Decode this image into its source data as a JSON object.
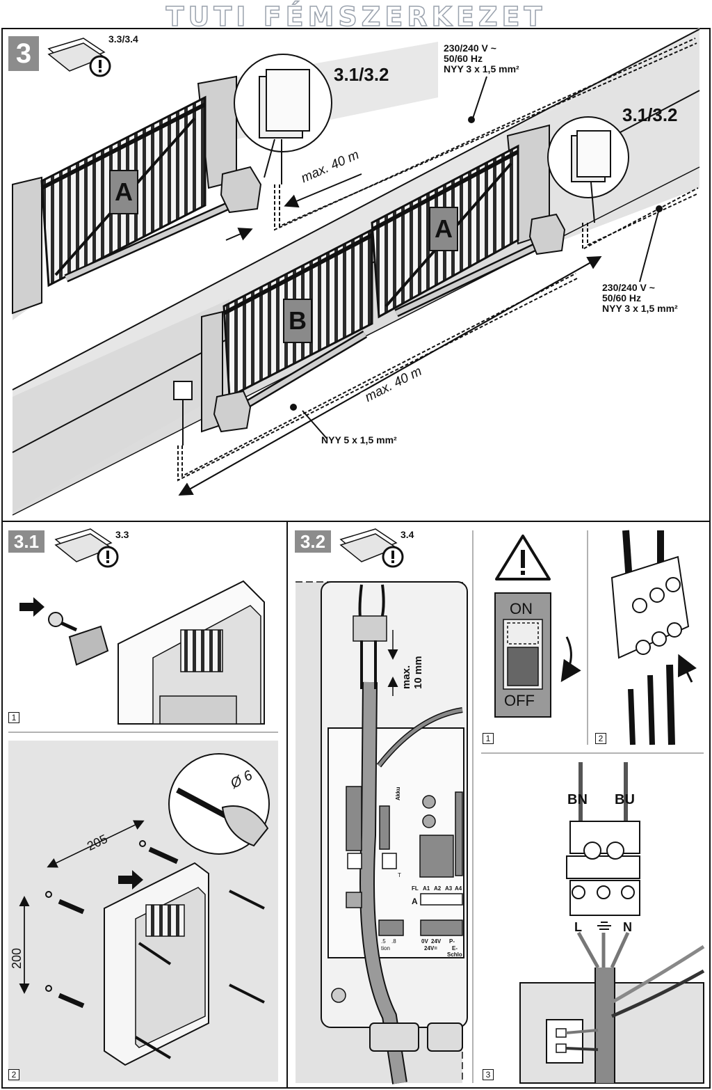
{
  "watermark": "TUTI  FÉMSZERKEZET",
  "section3": {
    "badge": "3",
    "ref": "3.3/3.4",
    "callout_left": "3.1/3.2",
    "callout_right": "3.1/3.2",
    "gate_labels": [
      "A",
      "A",
      "B"
    ],
    "cable_top": [
      "230/240 V ~",
      "50/60 Hz",
      "NYY 3 x 1,5 mm²"
    ],
    "cable_right": [
      "230/240 V ~",
      "50/60 Hz",
      "NYY 3 x 1,5 mm²"
    ],
    "dist_top": "max. 40 m",
    "dist_bottom": "max. 40 m",
    "cable_bottom": "NYY 5 x 1,5 mm²"
  },
  "section31": {
    "badge": "3.1",
    "ref": "3.3",
    "step1": "1",
    "step2": "2",
    "drill": "Ø 6",
    "dim_w": "205",
    "dim_h": "200"
  },
  "section32": {
    "badge": "3.2",
    "ref": "3.4",
    "strip": "max.",
    "strip_unit": "10 mm",
    "board": {
      "akku": "Akku",
      "fl": "FL",
      "a_label": "A",
      "terminals": [
        "A1",
        "A2",
        "A3",
        "A4"
      ],
      "v_labels": [
        "0V",
        "24V"
      ],
      "v_sub": "24V=",
      "p_label": "P-",
      "e_label": "E-",
      "schloss": "Schlo",
      "n5": ".5",
      ".8": ".8",
      "tion": "tion",
      "t": "T"
    },
    "switch_on": "ON",
    "switch_off": "OFF",
    "step1": "1",
    "step2": "2",
    "step3": "3",
    "bn": "BN",
    "bu": "BU",
    "l": "L",
    "n": "N"
  }
}
